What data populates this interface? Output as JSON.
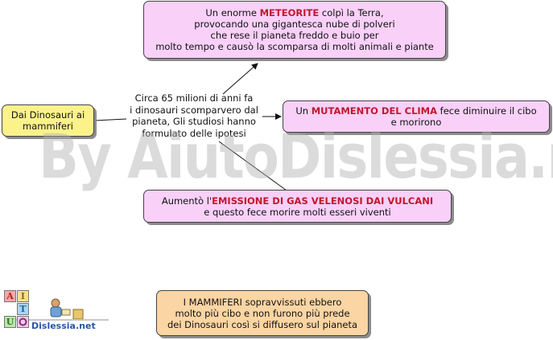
{
  "colors": {
    "pink_box": "#f8d0f8",
    "yellow_box": "#fbf28a",
    "orange_box": "#fbd5a3",
    "keyword": "#c0182c"
  },
  "watermark": "By AiutoDislessia.net",
  "nodes": {
    "title": {
      "lines": [
        "Dai Dinosauri ai",
        "mammiferi"
      ]
    },
    "center": {
      "lines": [
        "Circa 65 milioni di anni fa",
        "i dinosauri scomparvero dal",
        "pianeta, Gli studiosi hanno",
        "formulato delle ipotesi"
      ]
    },
    "meteorite": {
      "l1_pre": "Un enorme ",
      "l1_kw": "METEORITE",
      "l1_post": " colpì la Terra,",
      "l2": "provocando una gigantesca nube di polveri",
      "l3": "che rese il pianeta freddo e buio per",
      "l4": "molto tempo e causò la scomparsa di molti animali e piante"
    },
    "clima": {
      "l1_pre": "Un ",
      "l1_kw": "MUTAMENTO DEL CLIMA",
      "l1_post": " fece diminuire il cibo",
      "l2": "e  morirono"
    },
    "vulcani": {
      "l1_pre": "Aumentò l'",
      "l1_kw": "EMISSIONE DI GAS VELENOSI DAI VULCANI",
      "l2": "e questo fece morire molti esseri viventi"
    },
    "mammiferi": {
      "lines": [
        "I MAMMIFERI sopravvissuti ebbero",
        "molto più cibo e non furono più prede",
        "dei Dinosauri così si diffusero sul pianeta"
      ]
    }
  },
  "logo": {
    "blocks": [
      "A",
      "I",
      "T",
      "U"
    ],
    "word": "Dislessia.net"
  }
}
